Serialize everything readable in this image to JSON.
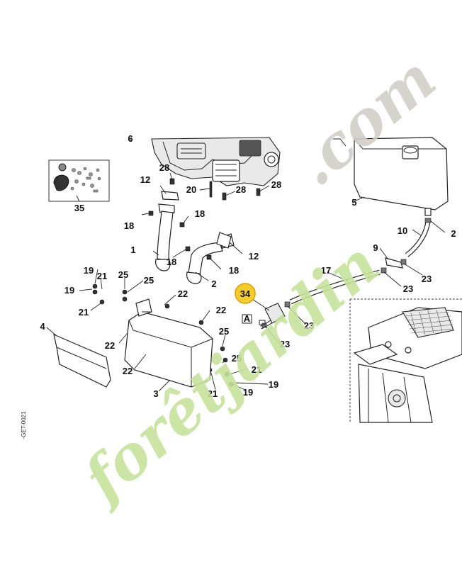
{
  "watermark": {
    "green_text": "forêtjardin",
    "gray_text": ".com",
    "colors": {
      "green": "#c6e39a",
      "gray": "#d2cfc7"
    }
  },
  "highlight": {
    "color": "#f2c400",
    "label": "34"
  },
  "inset_label": "A",
  "doc_code": "-GET-0021",
  "callouts": {
    "c1": "1",
    "c2a": "2",
    "c2b": "2",
    "c3": "3",
    "c4": "4",
    "c5": "5",
    "c6": "6",
    "c9": "9",
    "c10": "10",
    "c12a": "12",
    "c12b": "12",
    "c17": "17",
    "c18a": "18",
    "c18b": "18",
    "c18c": "18",
    "c18d": "18",
    "c19a": "19",
    "c19b": "19",
    "c19c": "19",
    "c19d": "19",
    "c20": "20",
    "c21a": "21",
    "c21b": "21",
    "c21c": "21",
    "c21d": "21",
    "c22a": "22",
    "c22b": "22",
    "c22c": "22",
    "c22d": "22",
    "c23a": "23",
    "c23b": "23",
    "c23c": "23",
    "c23d": "23",
    "c25a": "25",
    "c25b": "25",
    "c25c": "25",
    "c25d": "25",
    "c28a": "28",
    "c28b": "28",
    "c28c": "28",
    "c35": "35"
  }
}
